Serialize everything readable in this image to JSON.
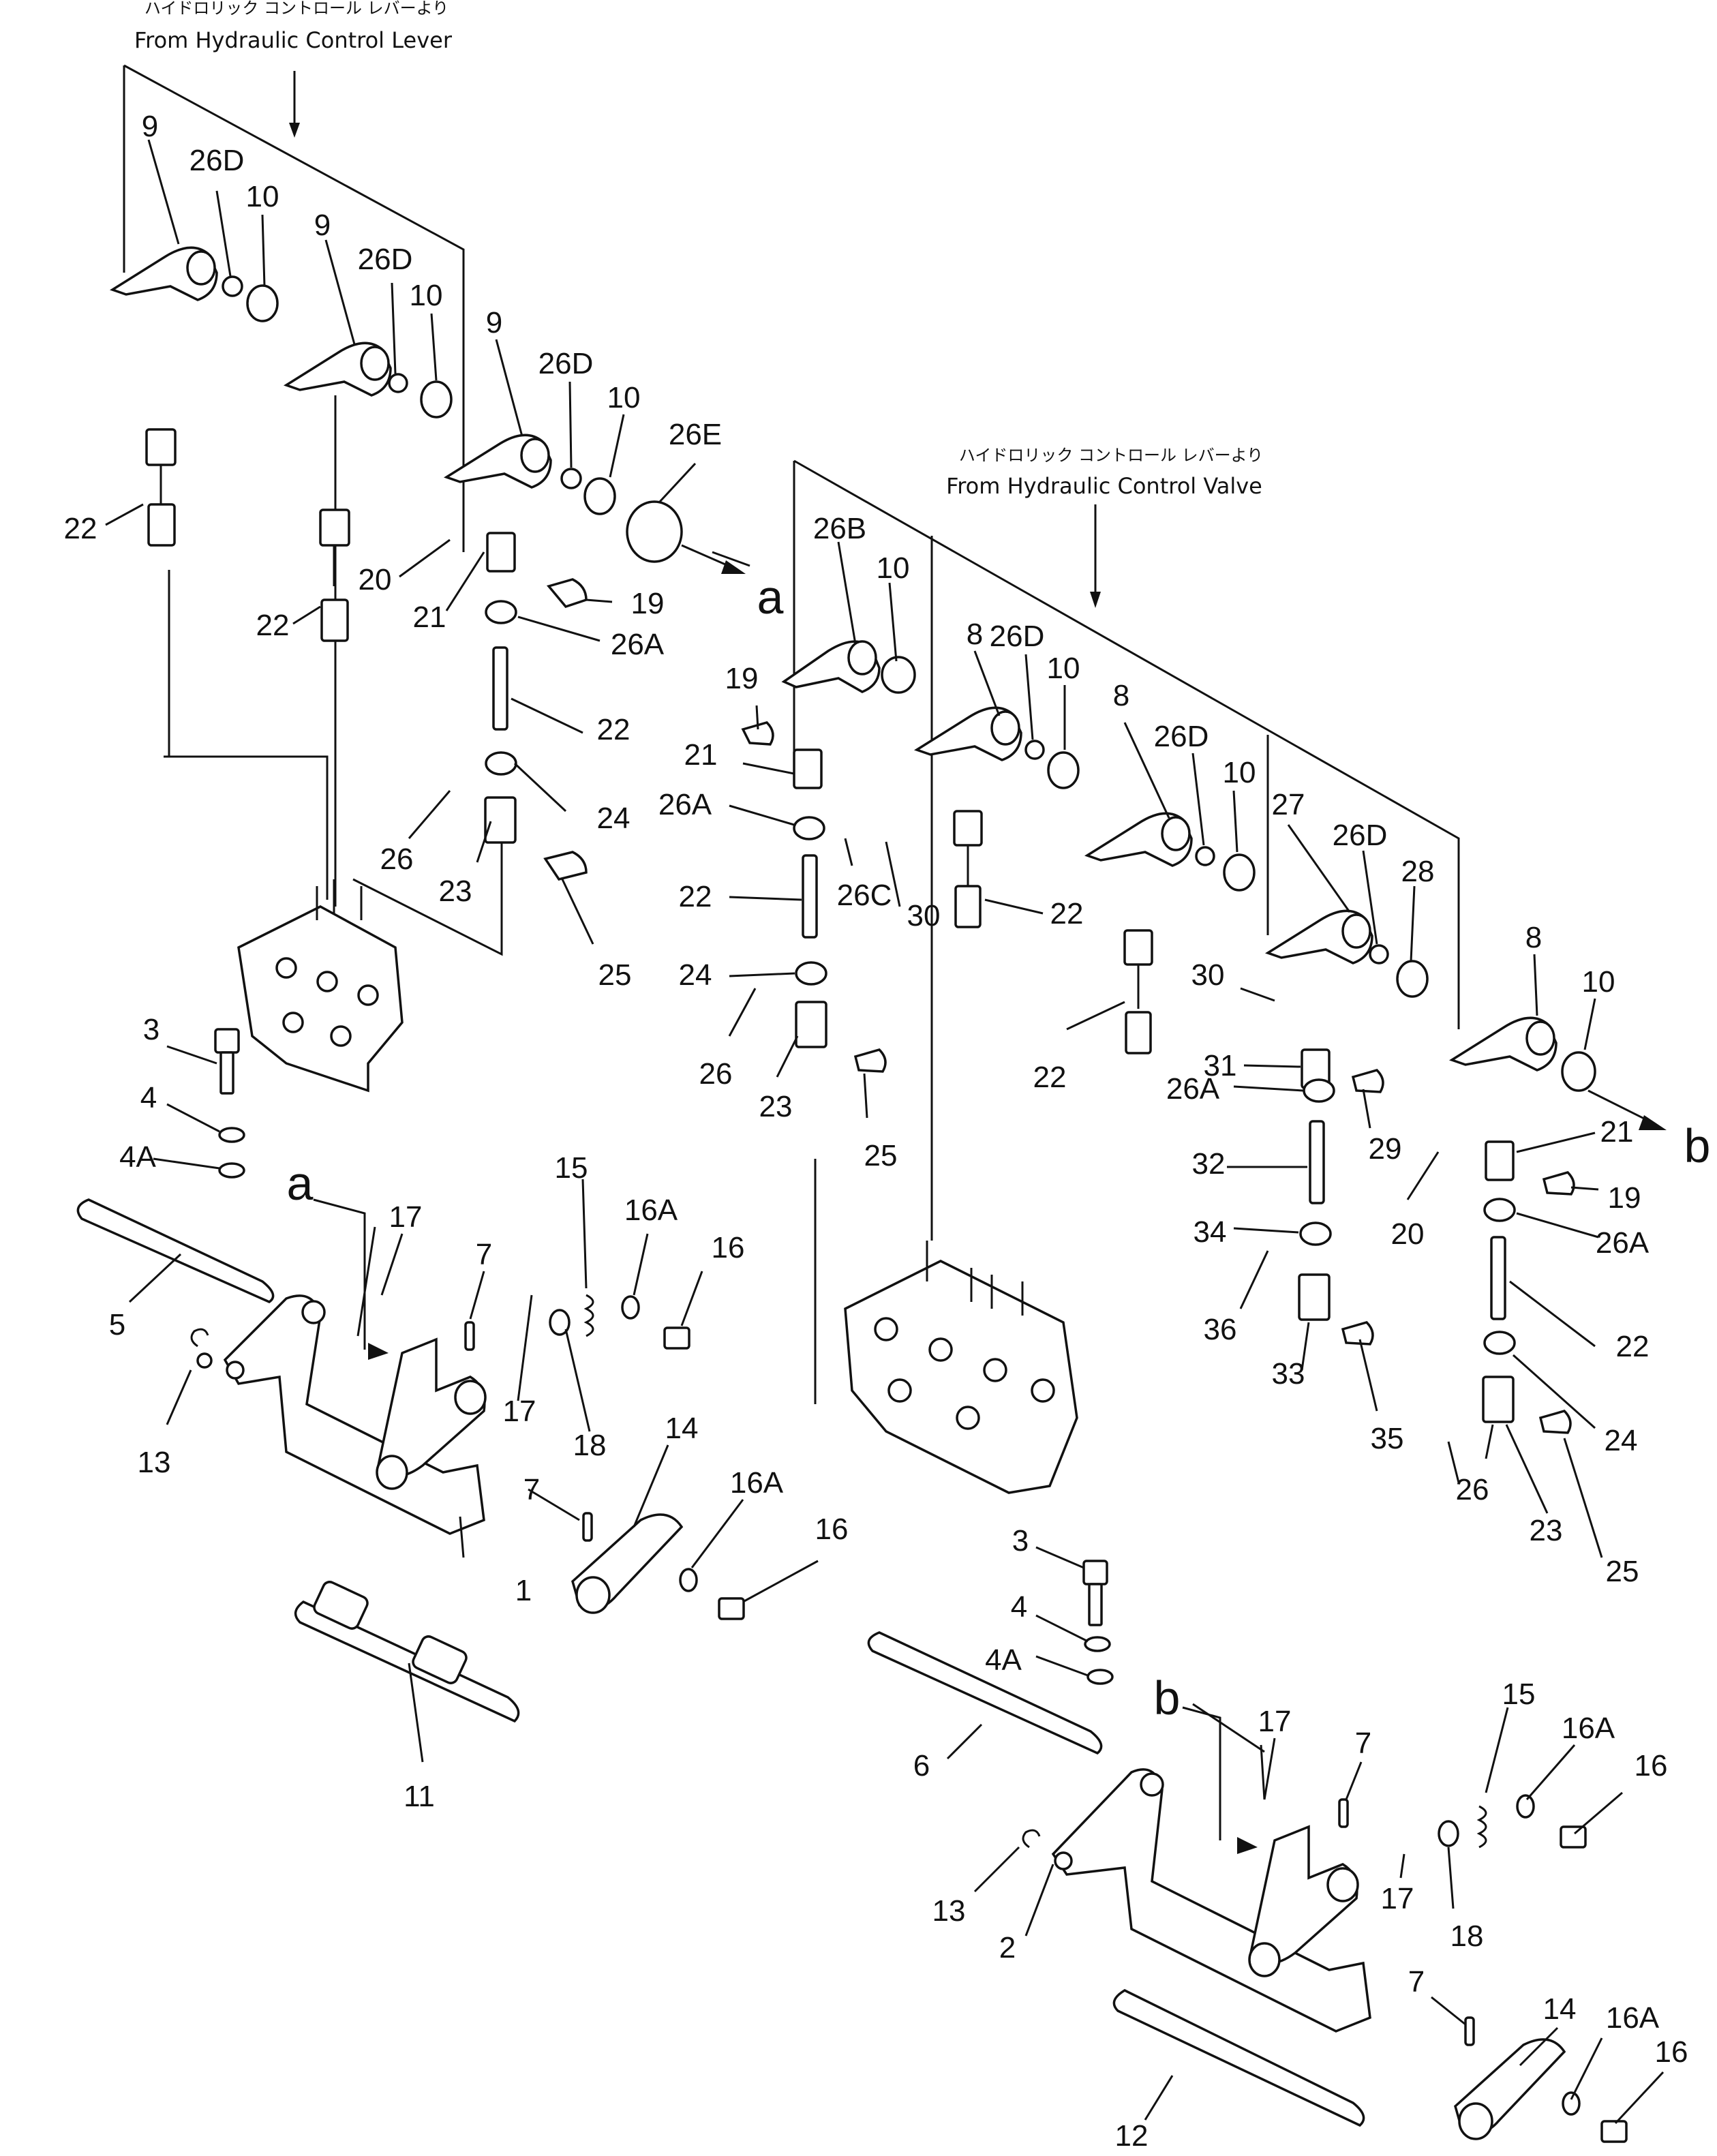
{
  "headers": {
    "left_jp": "ハイドロリック コントロール レバーより",
    "left_en": "From Hydraulic Control Lever",
    "right_jp": "ハイドロリック コントロール レバーより",
    "right_en": "From Hydraulic Control Valve"
  },
  "refs": {
    "a": "a",
    "b": "b"
  },
  "callouts": {
    "n9a": "9",
    "n26Da": "26D",
    "n10a": "10",
    "n9b": "9",
    "n26Db": "26D",
    "n10b": "10",
    "n9c": "9",
    "n26Dc": "26D",
    "n10c": "10",
    "n26E": "26E",
    "n22a": "22",
    "n22b": "22",
    "n20a": "20",
    "n21a": "21",
    "n19a": "19",
    "n26Aa": "26A",
    "n22c": "22",
    "n24a": "24",
    "n26a": "26",
    "n23a": "23",
    "n25a": "25",
    "n26B": "26B",
    "n10d": "10",
    "n19b": "19",
    "n21b": "21",
    "n26Ab": "26A",
    "n22d": "22",
    "n24b": "24",
    "n26b": "26",
    "n23b": "23",
    "n25b": "25",
    "n26C": "26C",
    "n30a": "30",
    "n8a": "8",
    "n26Dd": "26D",
    "n10e": "10",
    "n22e": "22",
    "n8b": "8",
    "n26De": "26D",
    "n10f": "10",
    "n22f": "22",
    "n27": "27",
    "n26Df": "26D",
    "n28": "28",
    "n30b": "30",
    "n31": "31",
    "n26Ac": "26A",
    "n29": "29",
    "n32": "32",
    "n34": "34",
    "n36": "36",
    "n33": "33",
    "n35": "35",
    "n8c": "8",
    "n10g": "10",
    "n20b": "20",
    "n21c": "21",
    "n19c": "19",
    "n26Ad": "26A",
    "n22g": "22",
    "n24c": "24",
    "n26c": "26",
    "n23c": "23",
    "n25c": "25",
    "n3a": "3",
    "n4a": "4",
    "n4Aa": "4A",
    "n5": "5",
    "n13a": "13",
    "n17a": "17",
    "n7a": "7",
    "n15a": "15",
    "n16Aa": "16A",
    "n16a": "16",
    "n17b": "17",
    "n18a": "18",
    "n7b": "7",
    "n14a": "14",
    "n16Ab": "16A",
    "n16b": "16",
    "n1": "1",
    "n11": "11",
    "n3b": "3",
    "n4b": "4",
    "n4Ab": "4A",
    "n6": "6",
    "n17c": "17",
    "n7c": "7",
    "n15b": "15",
    "n16Ac": "16A",
    "n16c": "16",
    "n13b": "13",
    "n2": "2",
    "n17d": "17",
    "n18b": "18",
    "n7d": "7",
    "n14b": "14",
    "n16Ad": "16A",
    "n16d": "16",
    "n12": "12"
  }
}
